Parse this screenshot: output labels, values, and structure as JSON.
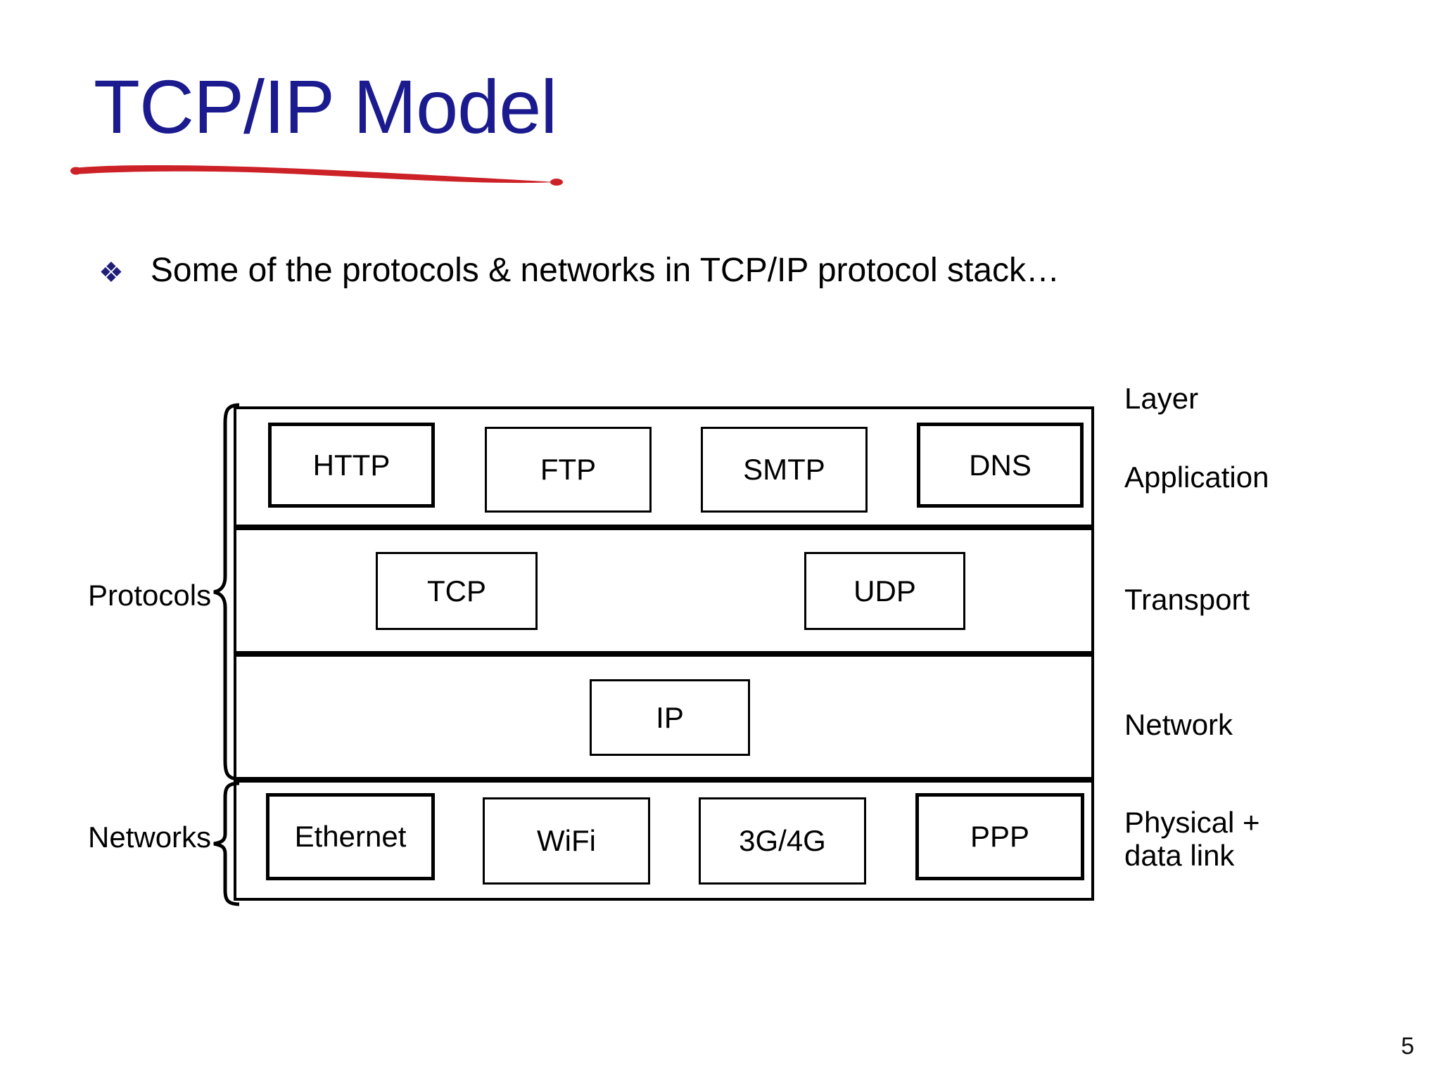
{
  "slide": {
    "title": "TCP/IP Model",
    "title_color": "#1b1b8f",
    "underline_color": "#cc2127",
    "bullet_marker": "❖",
    "bullet_marker_color": "#1f1f7a",
    "bullet_text": "Some of the protocols & networks in TCP/IP protocol stack…",
    "page_number": "5"
  },
  "diagram": {
    "column_header": "Layer",
    "left_groups": [
      {
        "label": "Protocols"
      },
      {
        "label": "Networks"
      }
    ],
    "layers": [
      {
        "name": "Application",
        "right_label": "Application",
        "boxes": [
          {
            "label": "HTTP"
          },
          {
            "label": "FTP"
          },
          {
            "label": "SMTP"
          },
          {
            "label": "DNS"
          }
        ]
      },
      {
        "name": "Transport",
        "right_label": "Transport",
        "boxes": [
          {
            "label": "TCP"
          },
          {
            "label": "UDP"
          }
        ]
      },
      {
        "name": "Network",
        "right_label": "Network",
        "boxes": [
          {
            "label": "IP"
          }
        ]
      },
      {
        "name": "Physical and data link",
        "right_label": "Physical +\ndata link",
        "boxes": [
          {
            "label": "Ethernet"
          },
          {
            "label": "WiFi"
          },
          {
            "label": "3G/4G"
          },
          {
            "label": "PPP"
          }
        ]
      }
    ]
  }
}
